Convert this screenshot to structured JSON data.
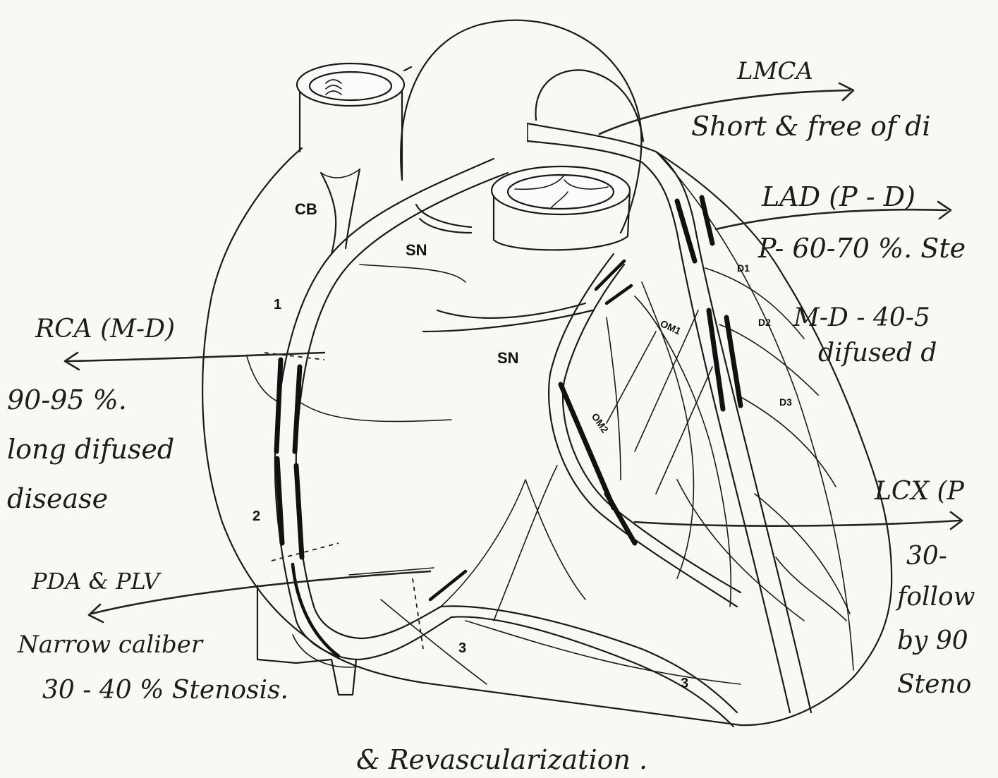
{
  "diagram": {
    "anatomy_labels": {
      "cb": "CB",
      "sn_upper": "SN",
      "sn_lower": "SN",
      "seg_1": "1",
      "seg_2": "2",
      "seg_3a": "3",
      "seg_3b": "3",
      "d1": "D1",
      "d2": "D2",
      "d3": "D3",
      "om1": "OM1",
      "om2": "OM2"
    },
    "annotations": {
      "lmca_title": "LMCA",
      "lmca_note": "Short & free of di",
      "lad_title": "LAD (P - D)",
      "lad_line1": "P- 60-70 %. Ste",
      "lad_line2": "M-D - 40-5",
      "lad_line3": "difused d",
      "rca_title": "RCA (M-D)",
      "rca_line1": "90-95 %.",
      "rca_line2": "long difused",
      "rca_line3": "disease",
      "lcx_title": "LCX (P",
      "lcx_line1": "30-",
      "lcx_line2": "follow",
      "lcx_line3": "by 90",
      "lcx_line4": "Steno",
      "pda_title": "PDA & PLV",
      "pda_line1": "Narrow caliber",
      "pda_line2": "30 - 40 % Stenosis.",
      "bottom_note": "& Revascularization ."
    }
  }
}
